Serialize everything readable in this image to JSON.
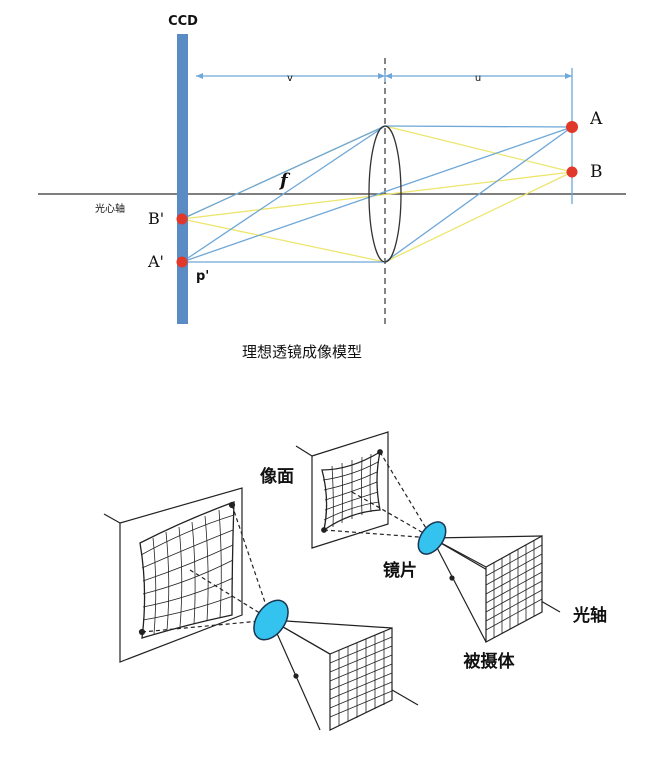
{
  "top_diagram": {
    "ccd_label": "CCD",
    "v_label": "v",
    "u_label": "u",
    "f_label": "f",
    "p_label": "p'",
    "point_a": "A",
    "point_b": "B",
    "point_a_img": "A'",
    "point_b_img": "B'",
    "axis_label": "光心轴",
    "caption": "理想透镜成像模型",
    "colors": {
      "ccd_bar": "#5b8bc5",
      "ray_blue": "#6ea7d8",
      "ray_yellow": "#f0ea7a",
      "dimension": "#6ea7d8",
      "point": "#e0392b",
      "axis": "#333333"
    }
  },
  "bottom_diagram": {
    "label_image_plane": "像面",
    "label_lens": "镜片",
    "label_optical_axis": "光轴",
    "label_object": "被摄体",
    "colors": {
      "lens_fill": "#33c3ee",
      "lens_stroke": "#1a3550",
      "line": "#222222"
    }
  }
}
